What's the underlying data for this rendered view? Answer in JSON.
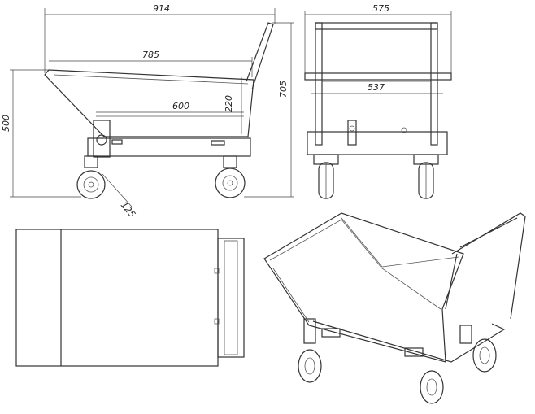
{
  "dimensions": {
    "overall_length": "914",
    "overall_height": "705",
    "body_length": "785",
    "inner_length": "600",
    "body_height": "220",
    "side_height": "500",
    "wheel_diameter": "125",
    "overall_width": "575",
    "inner_width": "537"
  },
  "colors": {
    "line": "#333333",
    "background": "#ffffff"
  }
}
